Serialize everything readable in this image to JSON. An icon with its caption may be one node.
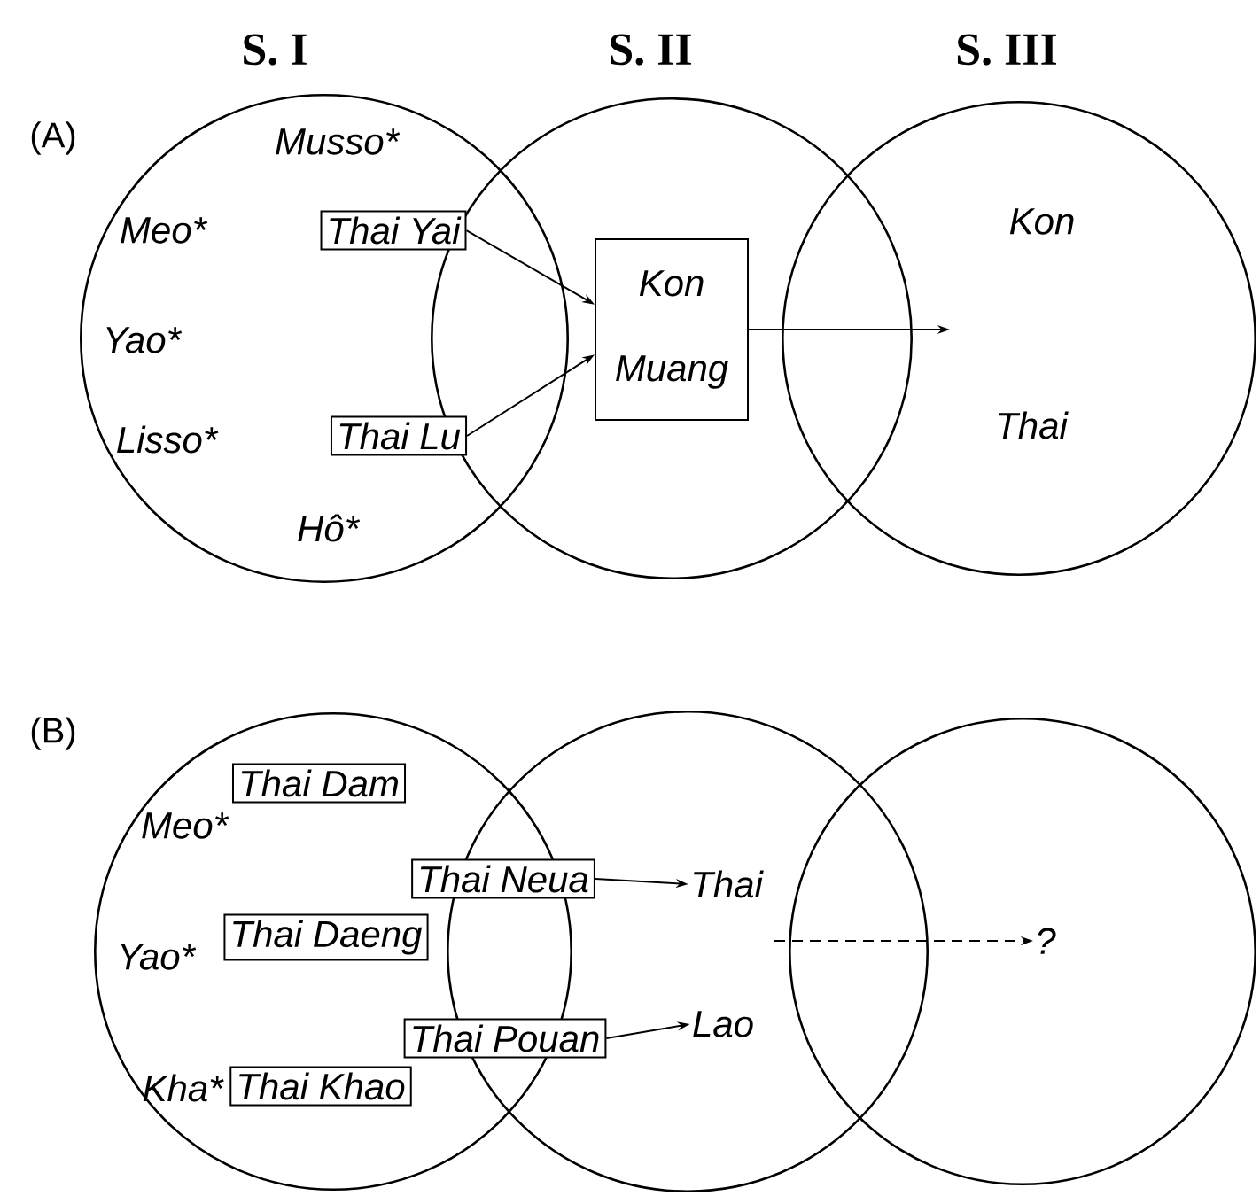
{
  "diagram": {
    "nodes": [
      {
        "text": [
          "S. I",
          "Musso*",
          "Meo*",
          "Yao*",
          "Lisso*",
          "Hô*"
        ]
      },
      {
        "text": [
          "S. II"
        ]
      },
      {
        "text": [
          "S. III",
          "Kon",
          "Thai"
        ]
      },
      {
        "text": [
          "Thai Yai"
        ],
        "in": 0
      },
      {
        "text": [
          "Thai Lu"
        ],
        "in": 0
      },
      {
        "text": [
          "Kon Muang"
        ],
        "in": 1
      },
      {
        "text": [
          "Meo*",
          "Yao*",
          "Kha*"
        ]
      },
      {
        "text": [],
        "shape": "circle"
      },
      {
        "text": [],
        "shape": "circle"
      },
      {
        "text": [
          "Thai Dam"
        ],
        "in": 6
      },
      {
        "text": [
          "Thai Daeng"
        ],
        "in": 6
      },
      {
        "text": [
          "Thai Khao"
        ],
        "in": 6
      },
      {
        "text": [
          "Thai Neua"
        ]
      },
      {
        "text": [
          "Thai Pouan"
        ]
      },
      {
        "text": [
          "Thai"
        ],
        "in": 7
      },
      {
        "text": [
          "Lao"
        ],
        "in": 7
      },
      {
        "text": [
          "?"
        ],
        "in": 8
      }
    ],
    "edges": [
      {
        "from": 3,
        "to": 5,
        "arrow": "to"
      },
      {
        "from": 4,
        "to": 5,
        "arrow": "to"
      },
      {
        "from": 5,
        "to": 2,
        "arrow": "to"
      },
      {
        "from": 12,
        "to": 14,
        "arrow": "to"
      },
      {
        "from": 13,
        "to": 15,
        "arrow": "to"
      },
      {
        "from": null,
        "to": 16,
        "arrow": "to",
        "style": "dashed"
      }
    ],
    "labels": [
      "(A)",
      "(B)"
    ]
  }
}
